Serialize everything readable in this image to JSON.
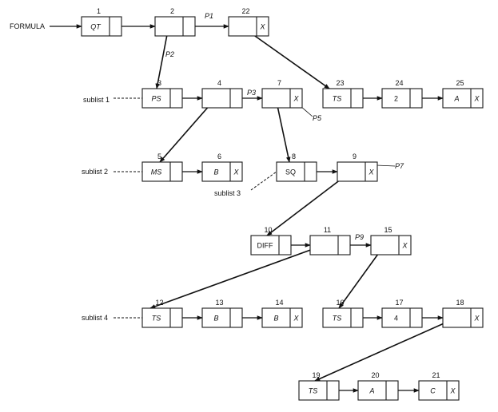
{
  "entry_label": "FORMULA",
  "nodes": {
    "n1": {
      "num": "1",
      "value": "QT",
      "next": ""
    },
    "n2": {
      "num": "2",
      "value": "",
      "next": ""
    },
    "n22": {
      "num": "22",
      "value": "",
      "next": "X"
    },
    "n3": {
      "num": "3",
      "value": "PS",
      "next": ""
    },
    "n4": {
      "num": "4",
      "value": "",
      "next": ""
    },
    "n7": {
      "num": "7",
      "value": "",
      "next": "X"
    },
    "n23": {
      "num": "23",
      "value": "TS",
      "next": ""
    },
    "n24": {
      "num": "24",
      "value": "2",
      "next": ""
    },
    "n25": {
      "num": "25",
      "value": "A",
      "next": "X"
    },
    "n5": {
      "num": "5",
      "value": "MS",
      "next": ""
    },
    "n6": {
      "num": "6",
      "value": "B",
      "next": "X"
    },
    "n8": {
      "num": "8",
      "value": "SQ",
      "next": ""
    },
    "n9": {
      "num": "9",
      "value": "",
      "next": "X"
    },
    "n10": {
      "num": "10",
      "value": "DIFF",
      "next": ""
    },
    "n11": {
      "num": "11",
      "value": "",
      "next": ""
    },
    "n15": {
      "num": "15",
      "value": "",
      "next": "X"
    },
    "n12": {
      "num": "12",
      "value": "TS",
      "next": ""
    },
    "n13": {
      "num": "13",
      "value": "B",
      "next": ""
    },
    "n14": {
      "num": "14",
      "value": "B",
      "next": "X"
    },
    "n16": {
      "num": "16",
      "value": "TS",
      "next": ""
    },
    "n17": {
      "num": "17",
      "value": "4",
      "next": ""
    },
    "n18": {
      "num": "18",
      "value": "",
      "next": "X"
    },
    "n19": {
      "num": "19",
      "value": "TS",
      "next": ""
    },
    "n20": {
      "num": "20",
      "value": "A",
      "next": ""
    },
    "n21": {
      "num": "21",
      "value": "C",
      "next": "X"
    }
  },
  "pointer_labels": {
    "p1": "P1",
    "p2": "P2",
    "p3": "P3",
    "p5": "P5",
    "p7": "P7",
    "p9": "P9"
  },
  "sublist_labels": {
    "s1": "sublist 1",
    "s2": "sublist 2",
    "s3": "sublist 3",
    "s4": "sublist 4"
  }
}
